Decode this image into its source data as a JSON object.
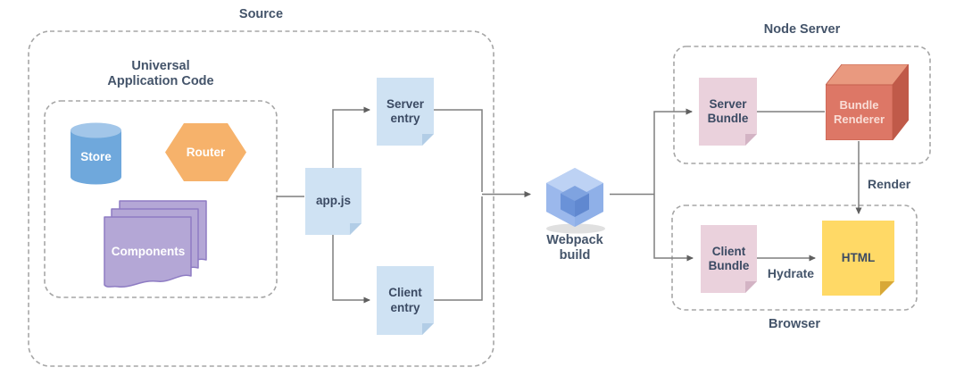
{
  "groups": {
    "source": "Source",
    "universal_app_code": "Universal Application Code",
    "node_server": "Node Server",
    "browser": "Browser"
  },
  "nodes": {
    "store": "Store",
    "router": "Router",
    "components": "Components",
    "app_js": "app.js",
    "server_entry": "Server entry",
    "client_entry": "Client entry",
    "webpack_build": "Webpack build",
    "server_bundle": "Server Bundle",
    "bundle_renderer": "Bundle Renderer",
    "client_bundle": "Client Bundle",
    "html": "HTML"
  },
  "edge_labels": {
    "render": "Render",
    "hydrate": "Hydrate"
  },
  "colors": {
    "label_text": "#44546a",
    "connector": "#7f7f7f",
    "dashed_border": "#a6a6a6",
    "store_blue": "#6fa8dc",
    "router_orange": "#f6b26b",
    "components_purple": "#b4a7d6",
    "entry_doc_blue": "#cfe2f3",
    "bundle_doc_pink": "#ead1dc",
    "html_doc_yellow": "#ffd966",
    "renderer_cube_red": "#dd7766",
    "webpack_blue": "#8fb0e8"
  }
}
